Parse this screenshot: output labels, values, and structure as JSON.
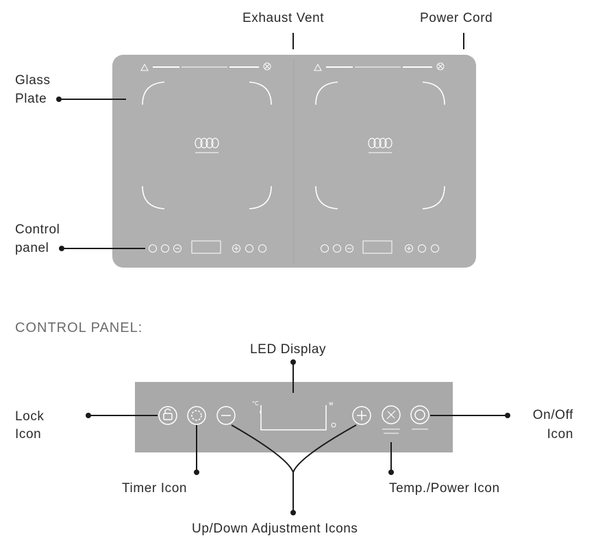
{
  "labels": {
    "exhaust_vent": "Exhaust Vent",
    "power_cord": "Power Cord",
    "glass_plate_line1": "Glass",
    "glass_plate_line2": "Plate",
    "control_panel_line1": "Control",
    "control_panel_line2": "panel",
    "section_title": "CONTROL PANEL:",
    "led_display": "LED Display",
    "lock_icon_line1": "Lock",
    "lock_icon_line2": "Icon",
    "on_off_line1": "On/Off",
    "on_off_line2": "Icon",
    "timer_icon": "Timer Icon",
    "temp_power_icon": "Temp./Power Icon",
    "up_down_icons": "Up/Down Adjustment Icons"
  },
  "colors": {
    "cooktop_fill": "#b0b0b0",
    "panel_fill": "#a9a9a9",
    "ring_line": "#ffffff",
    "leader_line": "#1a1a1a"
  },
  "icons": {
    "hob_left": [
      "lock-icon",
      "timer-icon",
      "minus-icon",
      "led-display",
      "plus-icon",
      "temp-power-icon",
      "power-icon"
    ],
    "hob_right": [
      "lock-icon",
      "timer-icon",
      "minus-icon",
      "led-display",
      "plus-icon",
      "temp-power-icon",
      "power-icon"
    ],
    "warning": "warning-triangle-icon",
    "no_touch": "no-touch-icon",
    "induction_coil": "induction-coil-icon"
  }
}
